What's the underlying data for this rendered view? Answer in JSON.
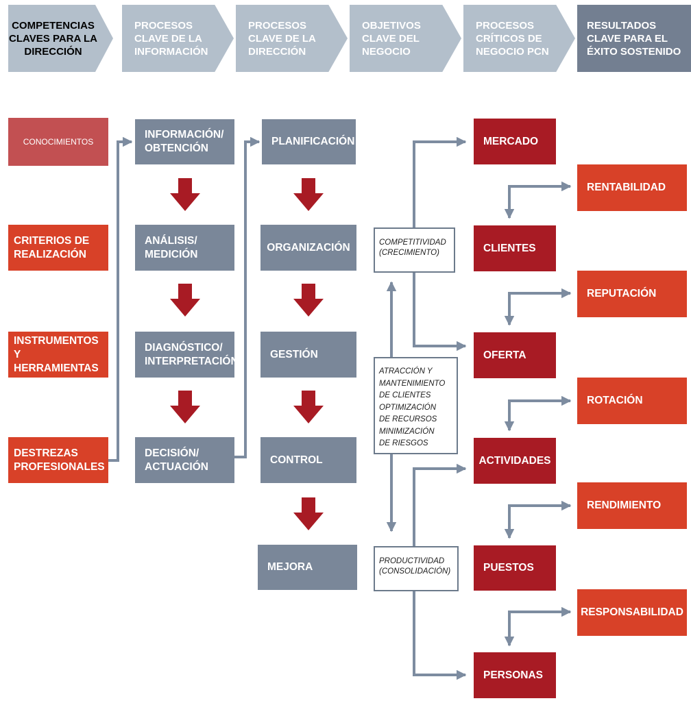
{
  "colors": {
    "header_light": "#b3bfcb",
    "header_dark": "#737f91",
    "grey_box": "#7a8799",
    "red_light": "#c25052",
    "red_orange": "#d84128",
    "dark_red": "#a81b24",
    "arrow_red": "#a81b24",
    "connector": "#7d8ca0"
  },
  "header": {
    "competencias": "COMPETENCIAS\nCLAVES PARA LA\nDIRECCIÓN",
    "procesos_informacion": "PROCESOS\nCLAVE DE LA\nINFORMACIÓN",
    "procesos_direccion": "PROCESOS\nCLAVE DE LA\nDIRECCIÓN",
    "objetivos": "OBJETIVOS\nCLAVE DEL\nNEGOCIO",
    "procesos_criticos": "PROCESOS\nCRÍTICOS DE\nNEGOCIO PCN",
    "resultados": "RESULTADOS\nCLAVE PARA EL\nÉXITO SOSTENIDO"
  },
  "competencias": {
    "conocimientos": "CONOCIMIENTOS",
    "criterios": "CRITERIOS DE\nREALIZACIÓN",
    "instrumentos": "INSTRUMENTOS Y\nHERRAMIENTAS",
    "destrezas": "DESTREZAS\nPROFESIONALES"
  },
  "informacion": {
    "obtencion": "INFORMACIÓN/\nOBTENCIÓN",
    "analisis": "ANÁLISIS/\nMEDICIÓN",
    "diagnostico": "DIAGNÓSTICO/\nINTERPRETACIÓN",
    "decision": "DECISIÓN/\nACTUACIÓN"
  },
  "direccion": {
    "planificacion": "PLANIFICACIÓN",
    "organizacion": "ORGANIZACIÓN",
    "gestion": "GESTIÓN",
    "control": "CONTROL",
    "mejora": "MEJORA"
  },
  "objetivos": {
    "competitividad": "COMPETITIVIDAD\n(CRECIMIENTO)",
    "atraccion": "ATRACCIÓN Y\nMANTENIMIENTO\nDE CLIENTES\nOPTIMIZACIÓN\nDE RECURSOS\nMINIMIZACIÓN\nDE RIESGOS",
    "productividad": "PRODUCTIVIDAD\n(CONSOLIDACIÓN)"
  },
  "pcn": {
    "mercado": "MERCADO",
    "clientes": "CLIENTES",
    "oferta": "OFERTA",
    "actividades": "ACTIVIDADES",
    "puestos": "PUESTOS",
    "personas": "PERSONAS"
  },
  "resultados": {
    "rentabilidad": "RENTABILIDAD",
    "reputacion": "REPUTACIÓN",
    "rotacion": "ROTACIÓN",
    "rendimiento": "RENDIMIENTO",
    "responsabilidad": "RESPONSABILIDAD"
  }
}
